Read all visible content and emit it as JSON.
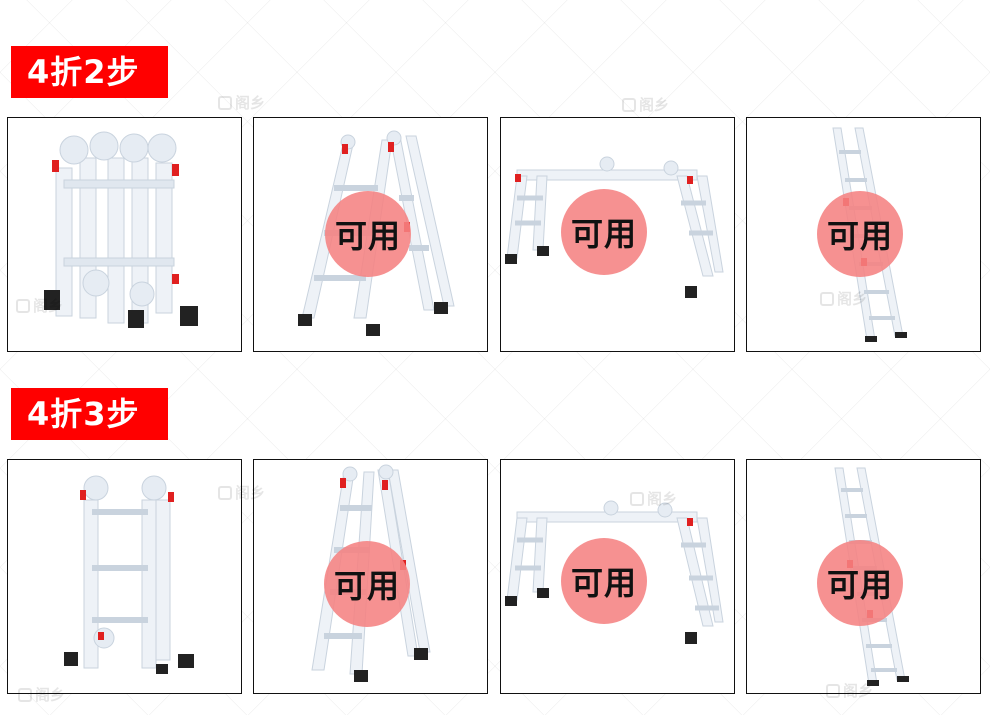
{
  "sections": [
    {
      "label": "4折2步",
      "badges": [
        "可用",
        "可用",
        "可用"
      ]
    },
    {
      "label": "4折3步",
      "badges": [
        "可用",
        "可用",
        "可用"
      ]
    }
  ],
  "watermark": "阁乡",
  "colors": {
    "label_bg": "#ff0000",
    "badge_bg": "#f58282",
    "ladder": "#e6edf5",
    "hinge_accent": "#e02020",
    "foot": "#222222"
  },
  "images": [
    {
      "section": 0,
      "pose": "folded-ladder"
    },
    {
      "section": 0,
      "pose": "a-frame-ladder"
    },
    {
      "section": 0,
      "pose": "scaffold-ladder"
    },
    {
      "section": 0,
      "pose": "straight-extension-ladder"
    },
    {
      "section": 1,
      "pose": "folded-ladder"
    },
    {
      "section": 1,
      "pose": "a-frame-ladder"
    },
    {
      "section": 1,
      "pose": "scaffold-ladder"
    },
    {
      "section": 1,
      "pose": "straight-extension-ladder"
    }
  ]
}
